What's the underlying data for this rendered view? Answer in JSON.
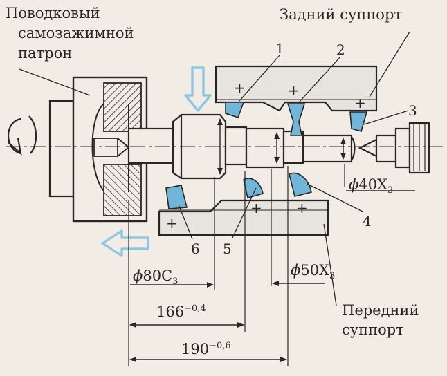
{
  "labels": {
    "chuck_line1": "Поводковый",
    "chuck_line2": "самозажимной",
    "chuck_line3": "патрон",
    "rear_support": "Задний суппорт",
    "front_support_line1": "Передний",
    "front_support_line2": "суппорт"
  },
  "numbers": {
    "n1": "1",
    "n2": "2",
    "n3": "3",
    "n4": "4",
    "n5": "5",
    "n6": "6"
  },
  "dims": {
    "d40_phi": "ϕ",
    "d40_val": "40X",
    "d40_sub": "3",
    "d80_phi": "ϕ",
    "d80_val": "80C",
    "d80_sub": "3",
    "d50_phi": "ϕ",
    "d50_val": "50X",
    "d50_sub": "3",
    "l166_val": "166",
    "l166_tol": "−0,4",
    "l190_val": "190",
    "l190_tol": "−0,6"
  },
  "colors": {
    "arrow_blue": "#8ec6e4",
    "tool_blue": "#6fb6d8",
    "ink": "#2b2626",
    "support_fill": "#e7e4df"
  }
}
